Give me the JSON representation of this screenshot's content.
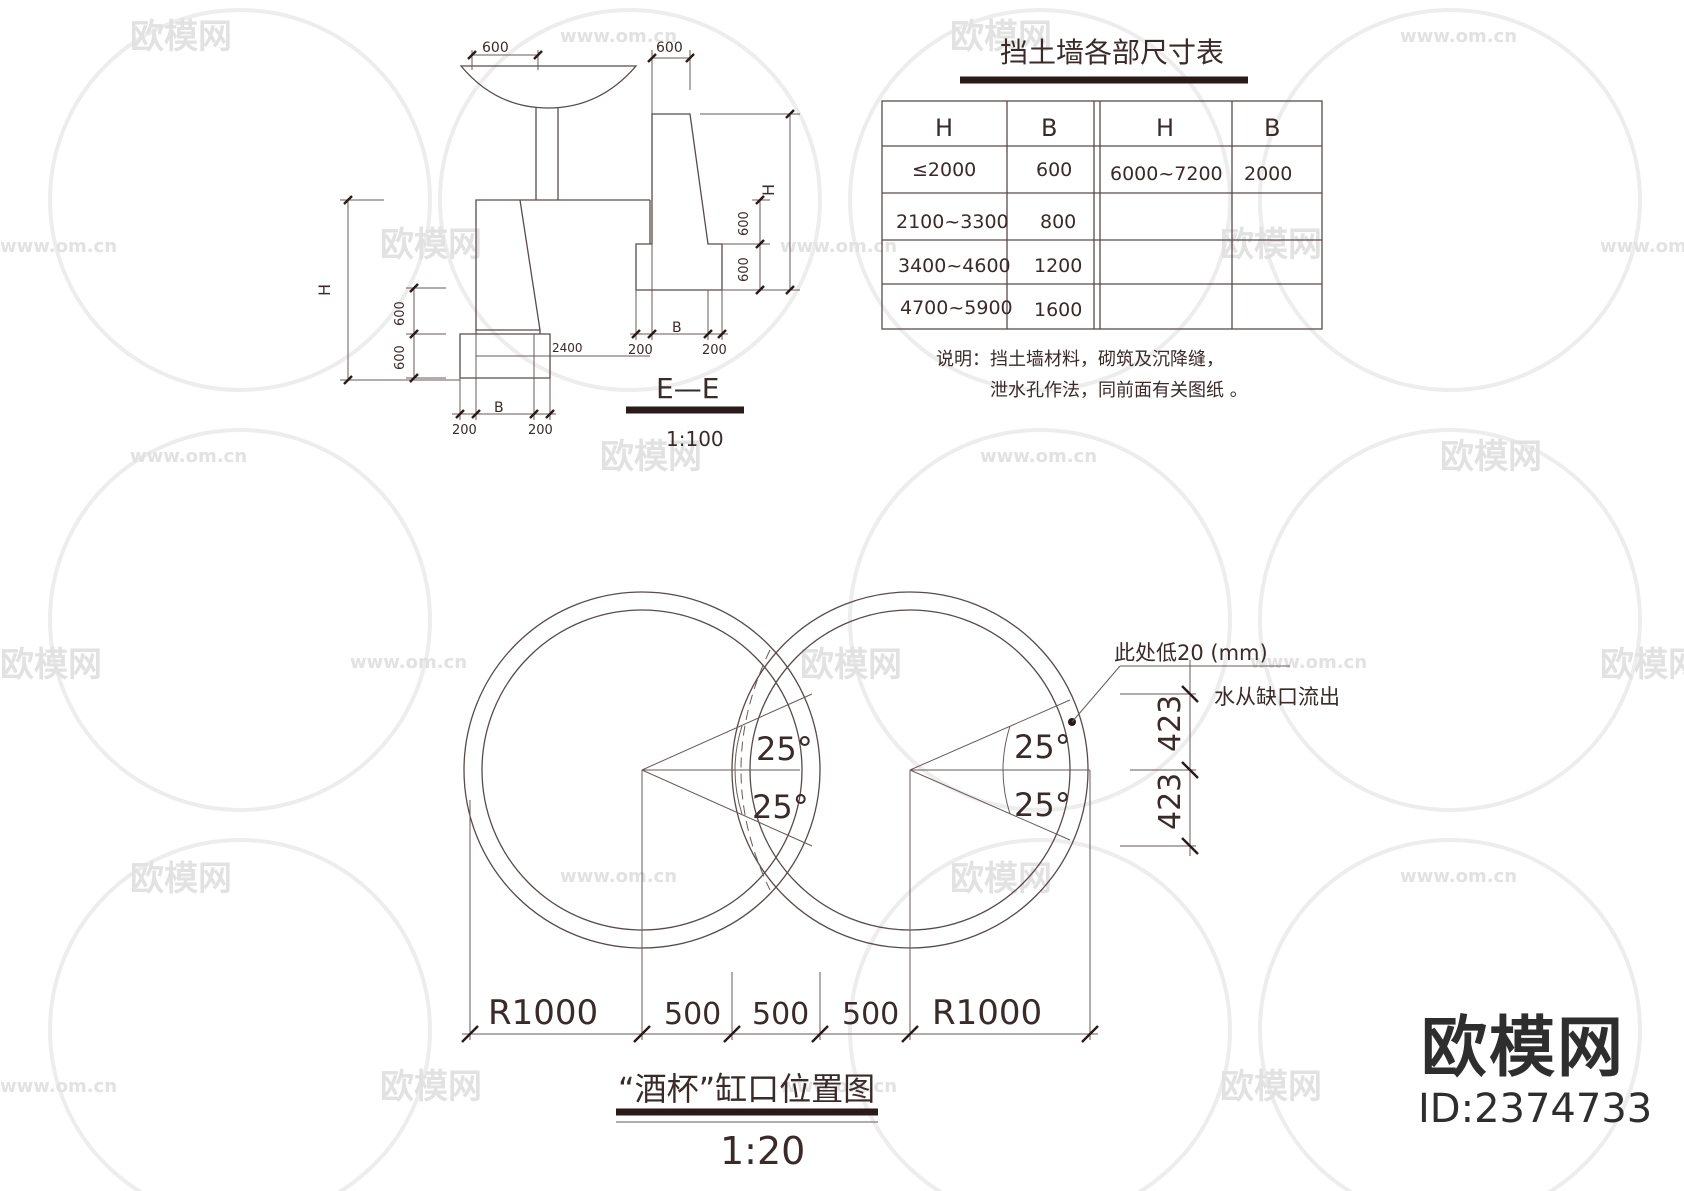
{
  "watermark": {
    "site": "www.om.cn",
    "name": "欧模网"
  },
  "elevation": {
    "label_600_top": "600",
    "label_600_top2": "600",
    "label_H": "H",
    "label_600_a": "600",
    "label_600_b": "600",
    "label_600_c": "600",
    "label_600_d": "600",
    "label_2400": "2400",
    "label_200_a": "200",
    "label_200_b": "200",
    "label_200_c": "200",
    "label_200_d": "200",
    "label_B_a": "B",
    "label_B_b": "B",
    "label_H_right": "H",
    "section_label": "E—E",
    "scale": "1:100"
  },
  "table": {
    "title": "挡土墙各部尺寸表",
    "headers": [
      "H",
      "B",
      "H",
      "B"
    ],
    "rows": [
      [
        "≤2000",
        "600",
        "6000~7200",
        "2000"
      ],
      [
        "2100~3300",
        "800",
        "",
        ""
      ],
      [
        "3400~4600",
        "1200",
        "",
        ""
      ],
      [
        "4700~5900",
        "1600",
        "",
        ""
      ]
    ],
    "note_line1": "说明：挡土墙材料，砌筑及沉降缝，",
    "note_line2": "泄水孔作法，同前面有关图纸 。"
  },
  "plan": {
    "angle1": "25°",
    "angle2": "25°",
    "angle3": "25°",
    "angle4": "25°",
    "note1": "此处低20 (mm)",
    "note2": "水从缺口流出",
    "dim_423_a": "423",
    "dim_423_b": "423",
    "dim_R1": "R1000",
    "dim_500_a": "500",
    "dim_500_b": "500",
    "dim_500_c": "500",
    "dim_R2": "R1000",
    "title": "“酒杯”缸口位置图",
    "scale": "1:20"
  },
  "brand": {
    "name": "欧模网",
    "id": "ID:2374733"
  }
}
